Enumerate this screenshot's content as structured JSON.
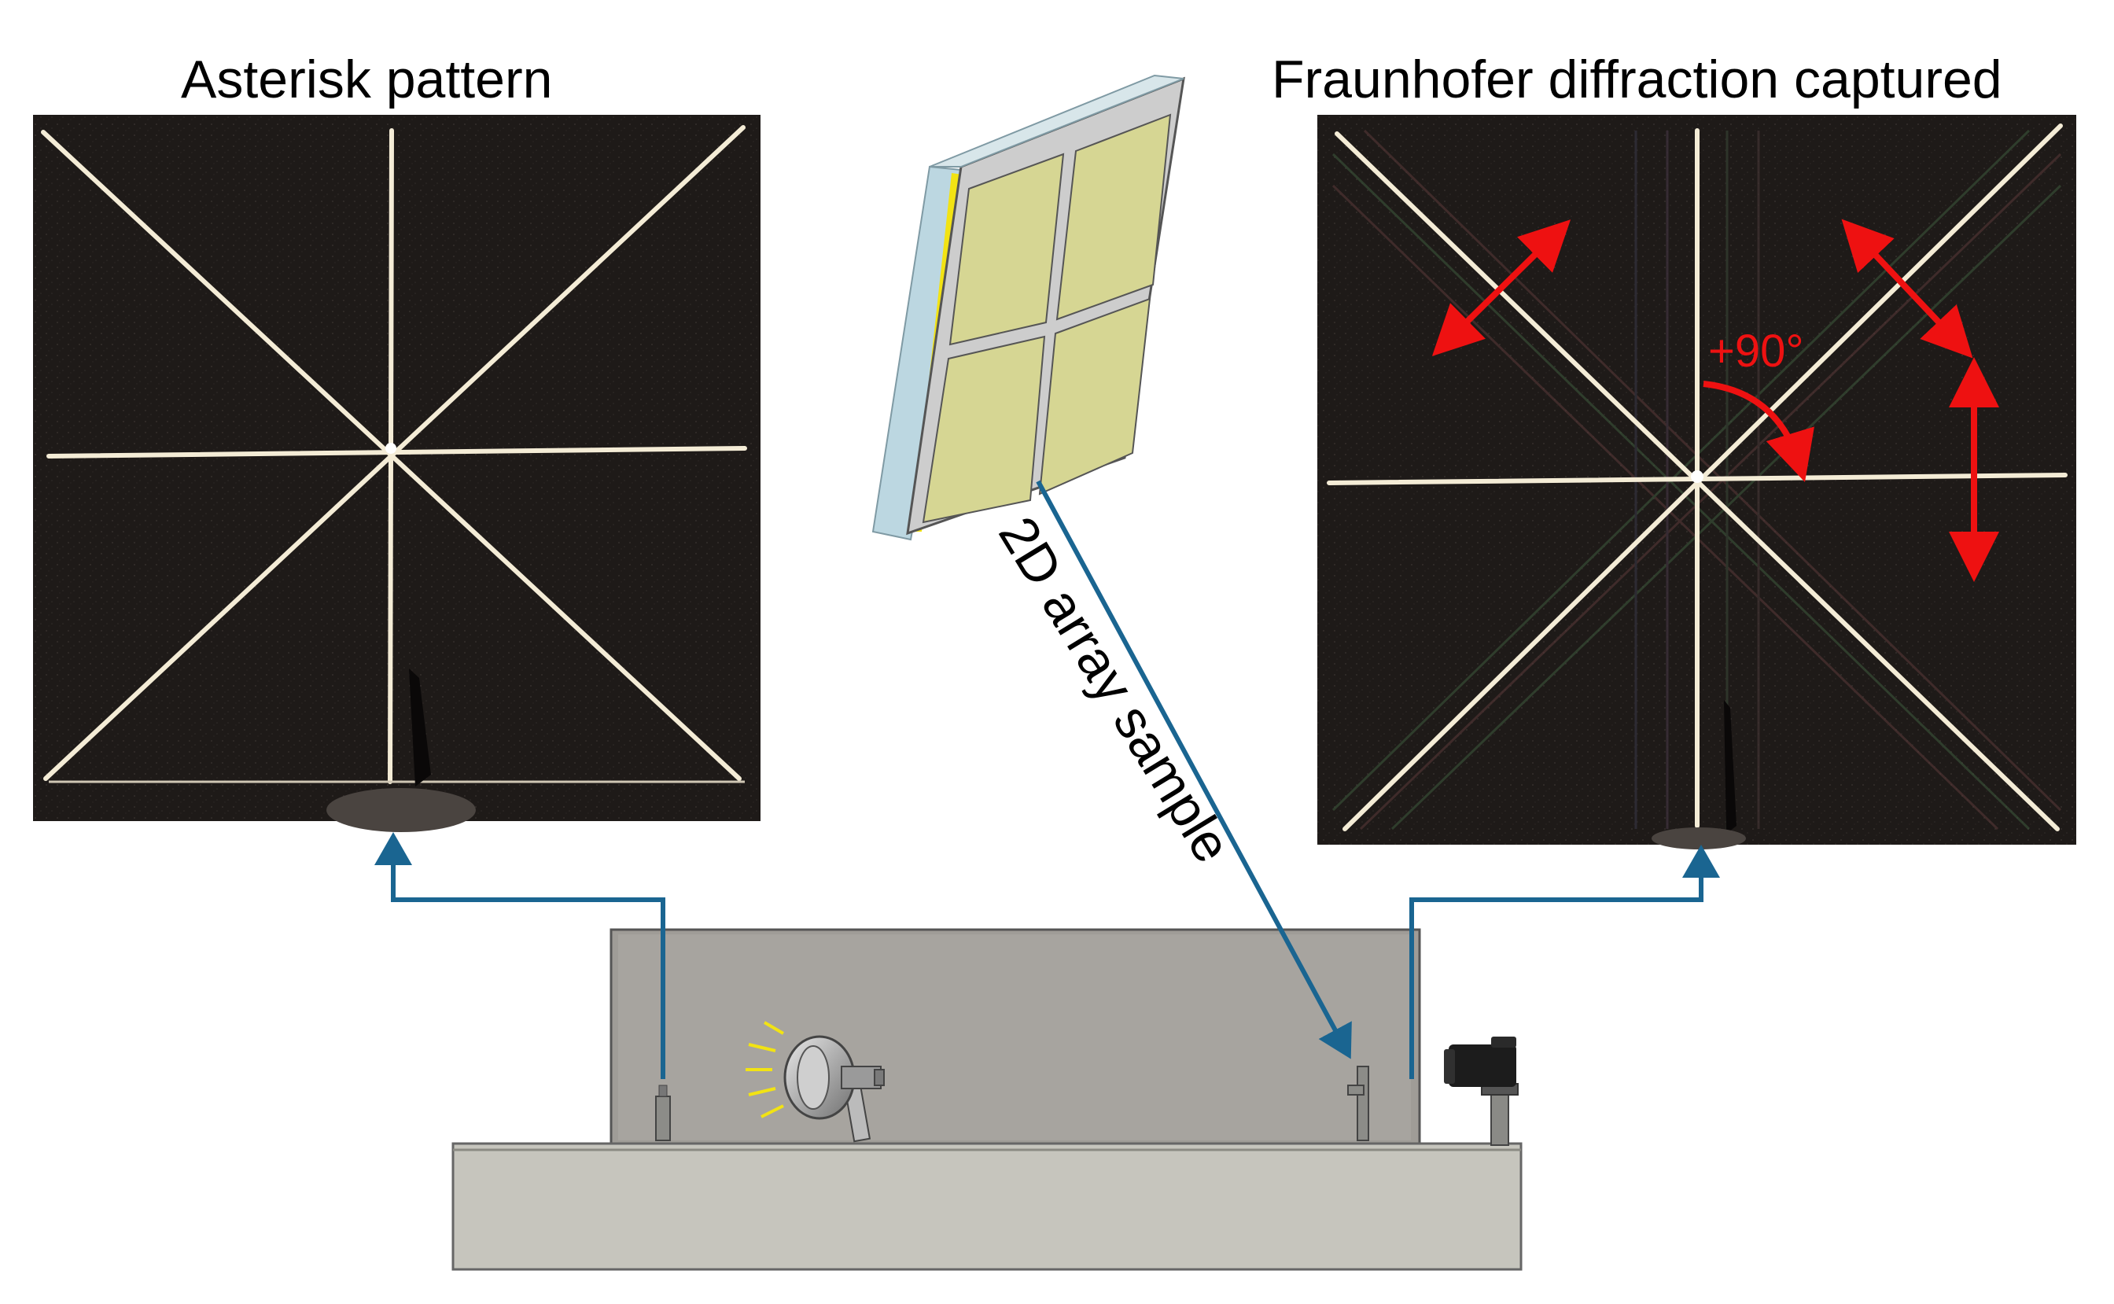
{
  "labels": {
    "asterisk_pattern": "Asterisk pattern",
    "fraunhofer": "Fraunhofer diffraction captured",
    "sample": "2D array sample",
    "rotation": "+90°"
  },
  "colors": {
    "photo_background": "#1e1a18",
    "pattern_line": "#f4ecd6",
    "connector": "#1a6591",
    "annotation_red": "#ee1111",
    "lamp_rays": "#f2e313",
    "enclosure": "#9f9c97",
    "table": "#c6c5bd",
    "sample_panel": "#d6d693",
    "sample_frame": "#cdcdcd",
    "sample_glass": "#bcd7e1"
  },
  "icons": {
    "lamp": "lamp-icon",
    "camera": "camera-icon"
  }
}
